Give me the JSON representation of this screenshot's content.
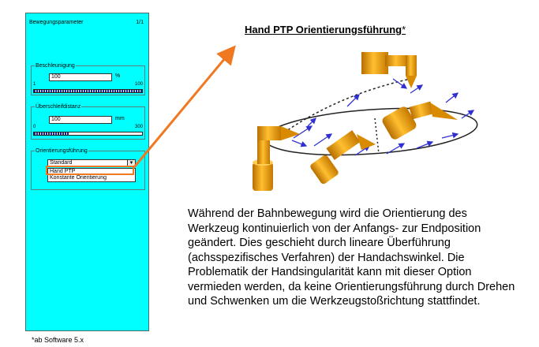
{
  "panel": {
    "title": "Bewegungsparameter",
    "page": "1/1",
    "accel": {
      "label": "Beschleunigung",
      "value": "100",
      "unit": "%",
      "min": "1",
      "max": "100",
      "fill": 1.0
    },
    "approx": {
      "label": "Überschleifdistanz",
      "value": "100",
      "unit": "mm",
      "min": "0",
      "max": "300",
      "fill": 0.33
    },
    "orient": {
      "label": "Orientierungsführung",
      "selected": "Standard",
      "options": [
        "Hand PTP",
        "Konstante Orientierung"
      ]
    }
  },
  "heading": {
    "text": "Hand PTP Orientierungsführung",
    "star": "*"
  },
  "paragraph": "Während der Bahnbewegung wird die Orientierung des Werkzeug kontinuierlich von der Anfangs- zur Endposition geändert. Dies geschieht durch lineare Überführung (achsspezifisches Verfahren) der Handachswinkel. Die Problematik der Handsingularität kann mit dieser Option vermieden werden, da keine Orientierungsführung durch Drehen und Schwenken um die Werkzeugstoßrichtung stattfindet.",
  "footnote": "*ab Software 5.x",
  "colors": {
    "panel": "#00ffff",
    "highlight": "#f07820",
    "robot": "#e8a000",
    "vector": "#3030d0"
  }
}
